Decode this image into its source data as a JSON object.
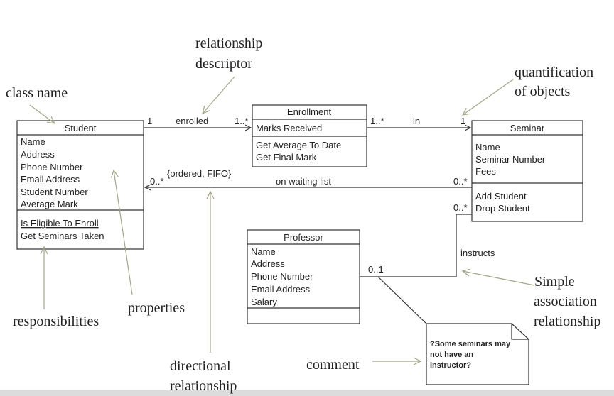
{
  "classes": {
    "student": {
      "name": "Student",
      "properties": [
        "Name",
        "Address",
        "Phone Number",
        "Email Address",
        "Student Number",
        "Average Mark"
      ],
      "operations": [
        "Is Eligible To Enroll",
        "Get Seminars Taken"
      ]
    },
    "enrollment": {
      "name": "Enrollment",
      "properties": [
        "Marks Received"
      ],
      "operations": [
        "Get Average To Date",
        "Get Final Mark"
      ]
    },
    "seminar": {
      "name": "Seminar",
      "properties": [
        "Name",
        "Seminar Number",
        "Fees"
      ],
      "operations": [
        "Add Student",
        "Drop Student"
      ]
    },
    "professor": {
      "name": "Professor",
      "properties": [
        "Name",
        "Address",
        "Phone Number",
        "Email Address",
        "Salary"
      ],
      "operations": []
    }
  },
  "associations": {
    "enrolled": {
      "label": "enrolled",
      "mult_left": "1",
      "mult_right": "1..*"
    },
    "in": {
      "label": "in",
      "mult_left": "1..*",
      "mult_right": "1"
    },
    "waiting": {
      "label": "on waiting list",
      "mult_left": "0..*",
      "mult_right": "0..*",
      "constraint": "{ordered, FIFO}"
    },
    "instructs": {
      "label": "instructs",
      "mult_top": "0..*",
      "mult_left": "0..1"
    }
  },
  "note": {
    "lines": [
      "?Some seminars may",
      "not have an",
      "instructor?"
    ]
  },
  "annotations": {
    "relationship_descriptor": [
      "relationship",
      "descriptor"
    ],
    "quantification": [
      "quantification",
      "of objects"
    ],
    "class_name": "class name",
    "responsibilities": "responsibilities",
    "properties": "properties",
    "directional": [
      "directional",
      "relationship"
    ],
    "comment": "comment",
    "simple_association": [
      "Simple",
      "association",
      "relationship"
    ]
  },
  "colors": {
    "annotation_line": "#a5a58a",
    "diagram_line": "#333333",
    "background": "#ffffff"
  }
}
